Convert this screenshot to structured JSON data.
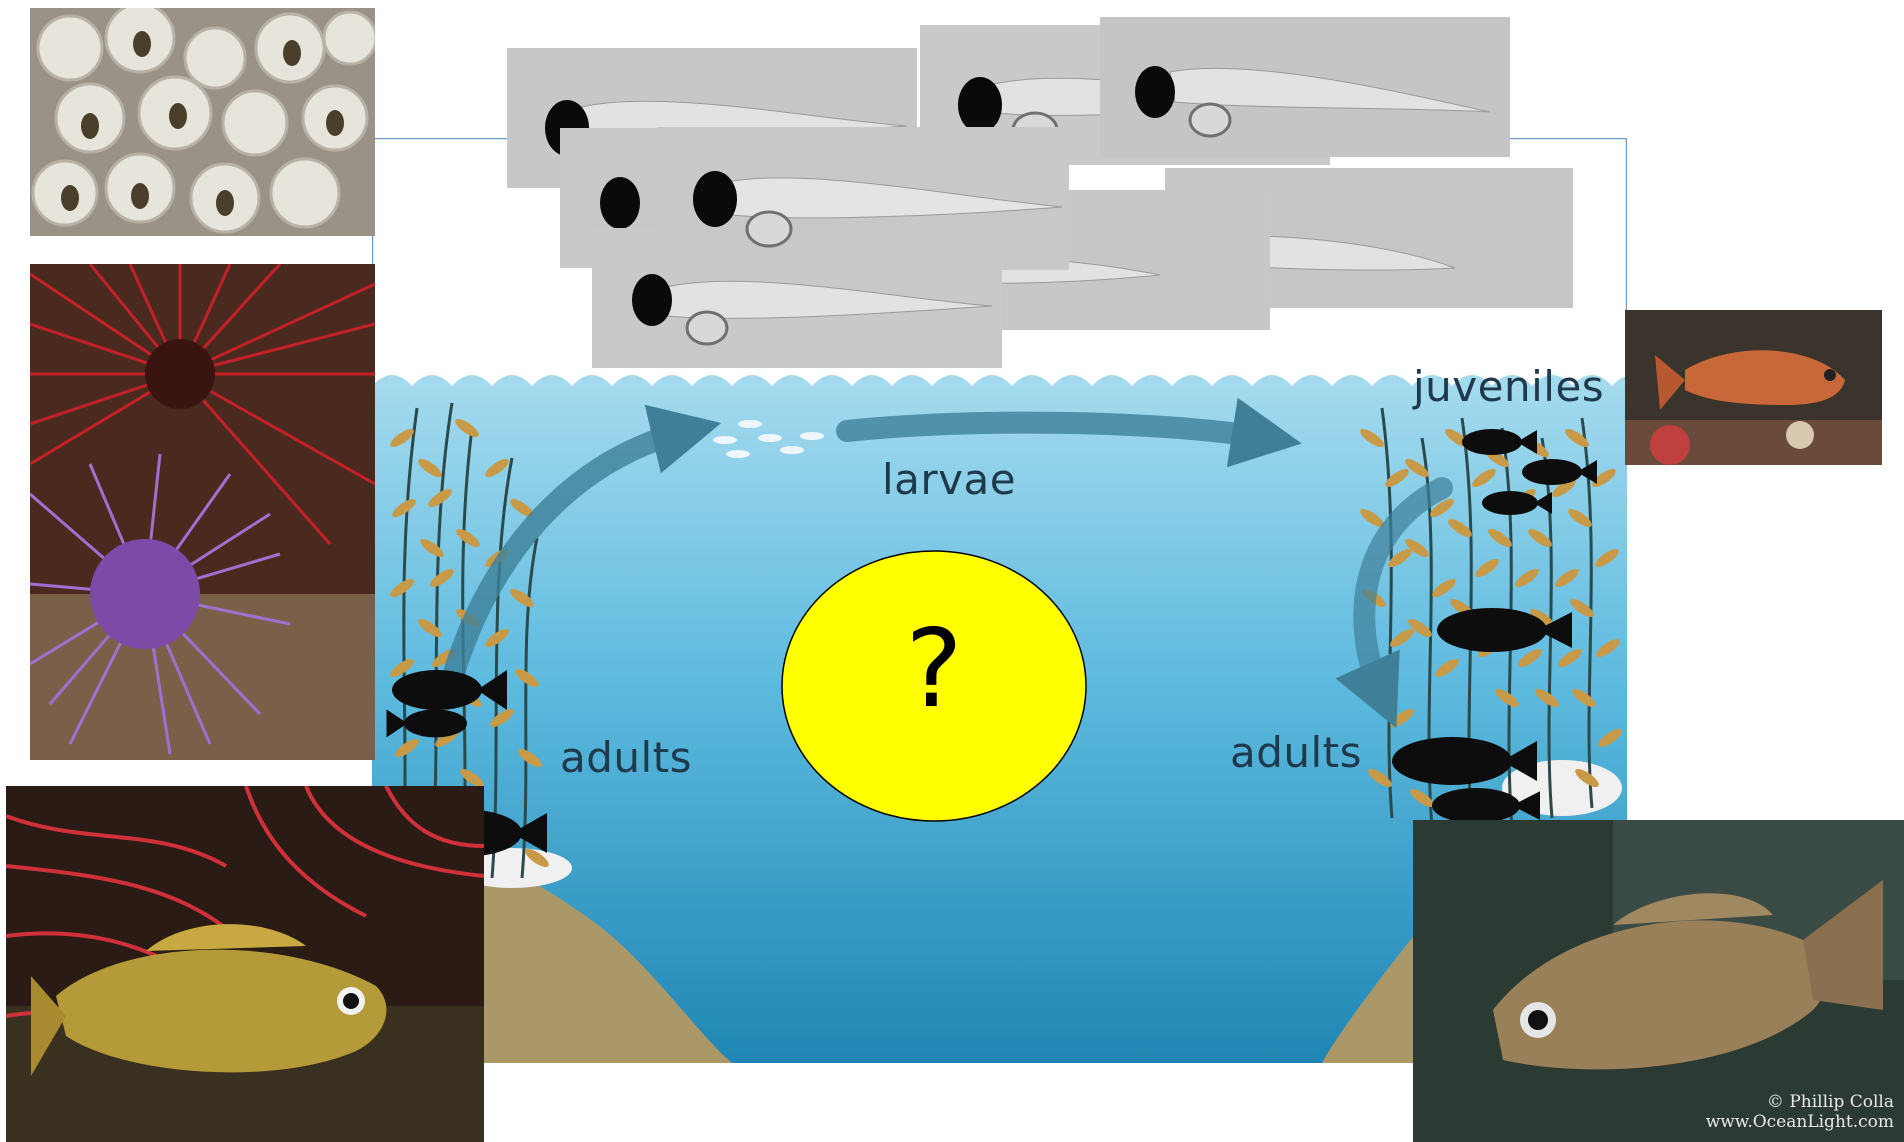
{
  "diagram": {
    "labels": {
      "larvae": "larvae",
      "juveniles": "juveniles",
      "adults_left": "adults",
      "adults_right": "adults",
      "question_mark": "?"
    },
    "colors": {
      "water_top": "#a6dbee",
      "water_bottom": "#2a8fbb",
      "seafloor": "#ab9868",
      "arrow": "#3f7f98",
      "kelp_leaf": "#c89a47",
      "kelp_stem": "#2b4a4c",
      "ellipse_fill": "#ffff00",
      "frame_line": "#6f9cc8",
      "fish": "#0d0d0d"
    }
  },
  "photos": {
    "barnacles": "barnacles-photo",
    "sea_urchins": "sea-urchins-photo",
    "rockfish_gorgonian": "rockfish-photo",
    "larval_fish": "larval-fish-photo",
    "juvenile_rockfish": "juvenile-rockfish-photo",
    "adult_rockfish": "adult-rockfish-photo"
  },
  "credit": {
    "line1": "© Phillip Colla",
    "line2": "www.OceanLight.com"
  }
}
